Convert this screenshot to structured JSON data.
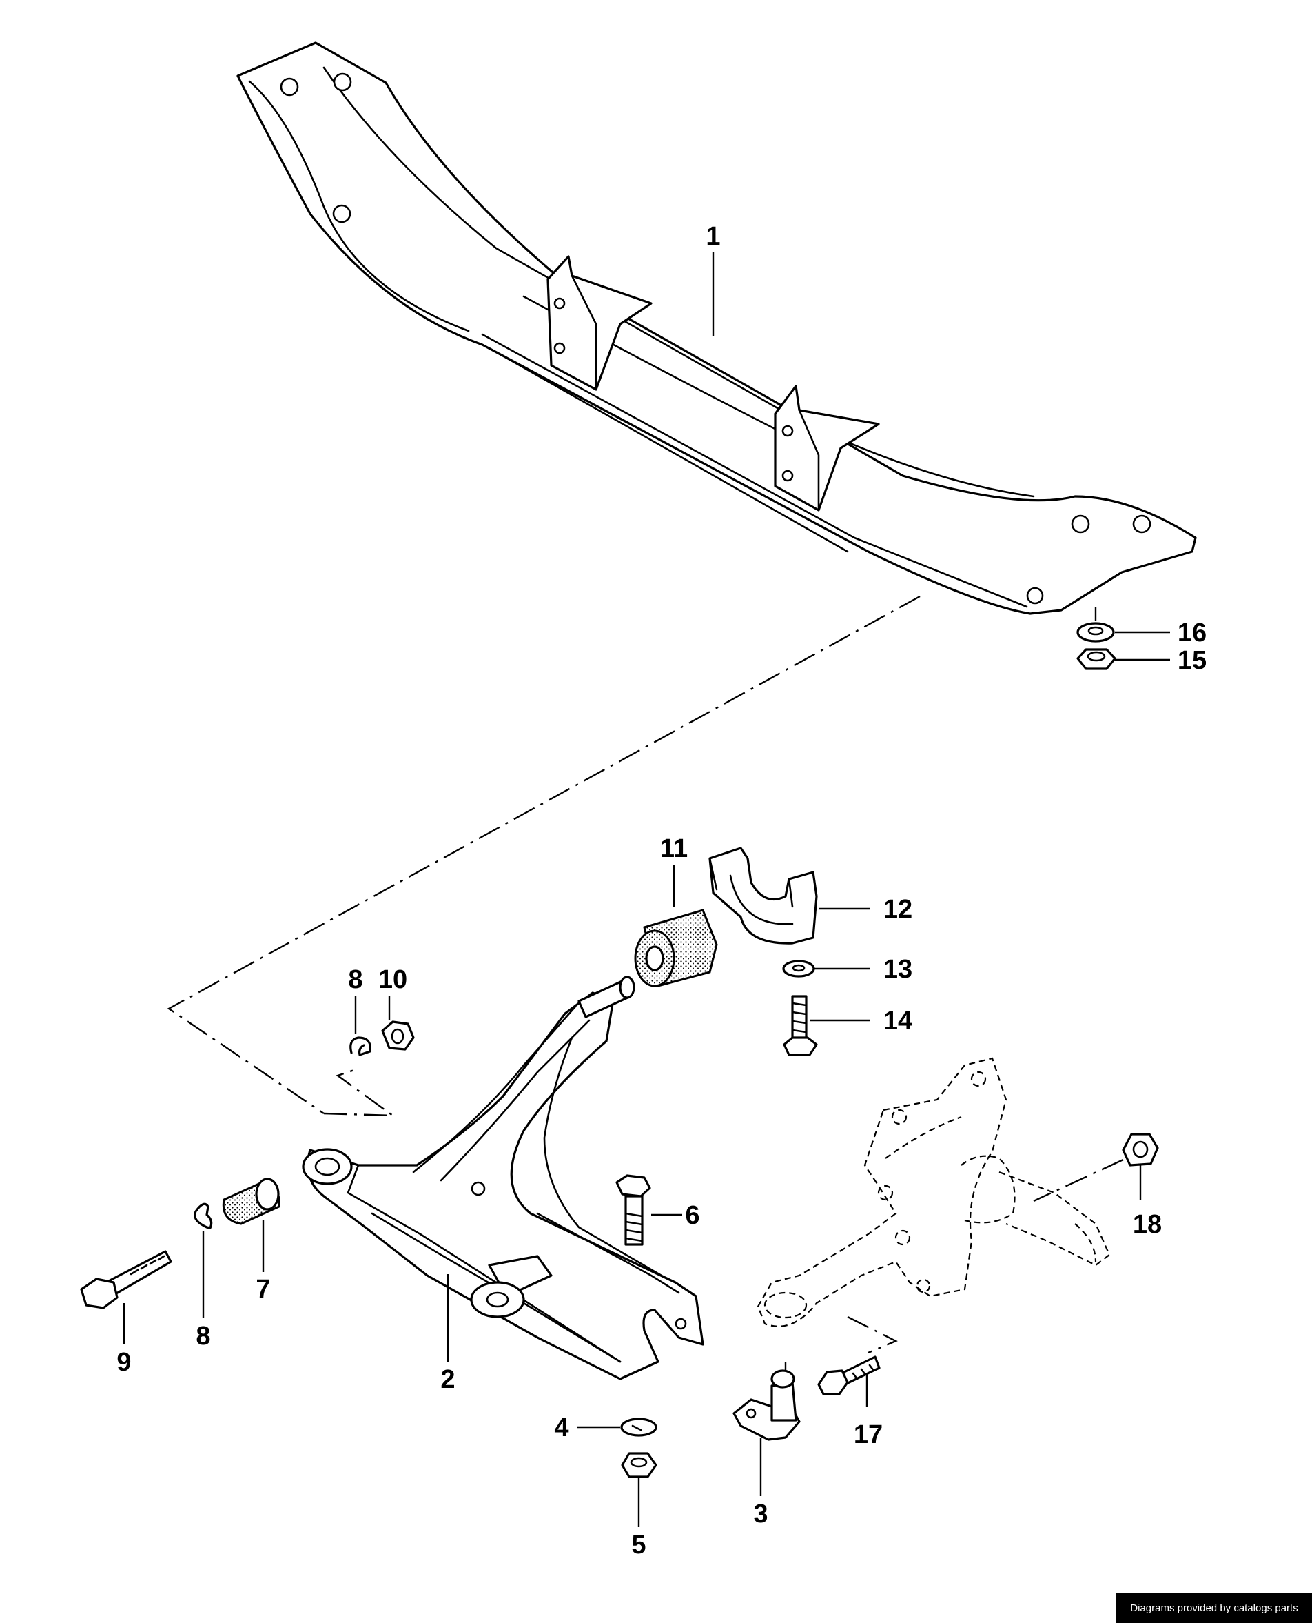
{
  "diagram": {
    "callouts": [
      {
        "id": "p1",
        "text": "1"
      },
      {
        "id": "p2",
        "text": "2"
      },
      {
        "id": "p3",
        "text": "3"
      },
      {
        "id": "p4",
        "text": "4"
      },
      {
        "id": "p5",
        "text": "5"
      },
      {
        "id": "p6",
        "text": "6"
      },
      {
        "id": "p7",
        "text": "7"
      },
      {
        "id": "p8a",
        "text": "8"
      },
      {
        "id": "p8b",
        "text": "8"
      },
      {
        "id": "p9",
        "text": "9"
      },
      {
        "id": "p10",
        "text": "10"
      },
      {
        "id": "p11",
        "text": "11"
      },
      {
        "id": "p12",
        "text": "12"
      },
      {
        "id": "p13",
        "text": "13"
      },
      {
        "id": "p14",
        "text": "14"
      },
      {
        "id": "p15",
        "text": "15"
      },
      {
        "id": "p16",
        "text": "16"
      },
      {
        "id": "p17",
        "text": "17"
      },
      {
        "id": "p18",
        "text": "18"
      }
    ]
  },
  "footer": {
    "credit": "Diagrams provided by catalogs parts"
  }
}
